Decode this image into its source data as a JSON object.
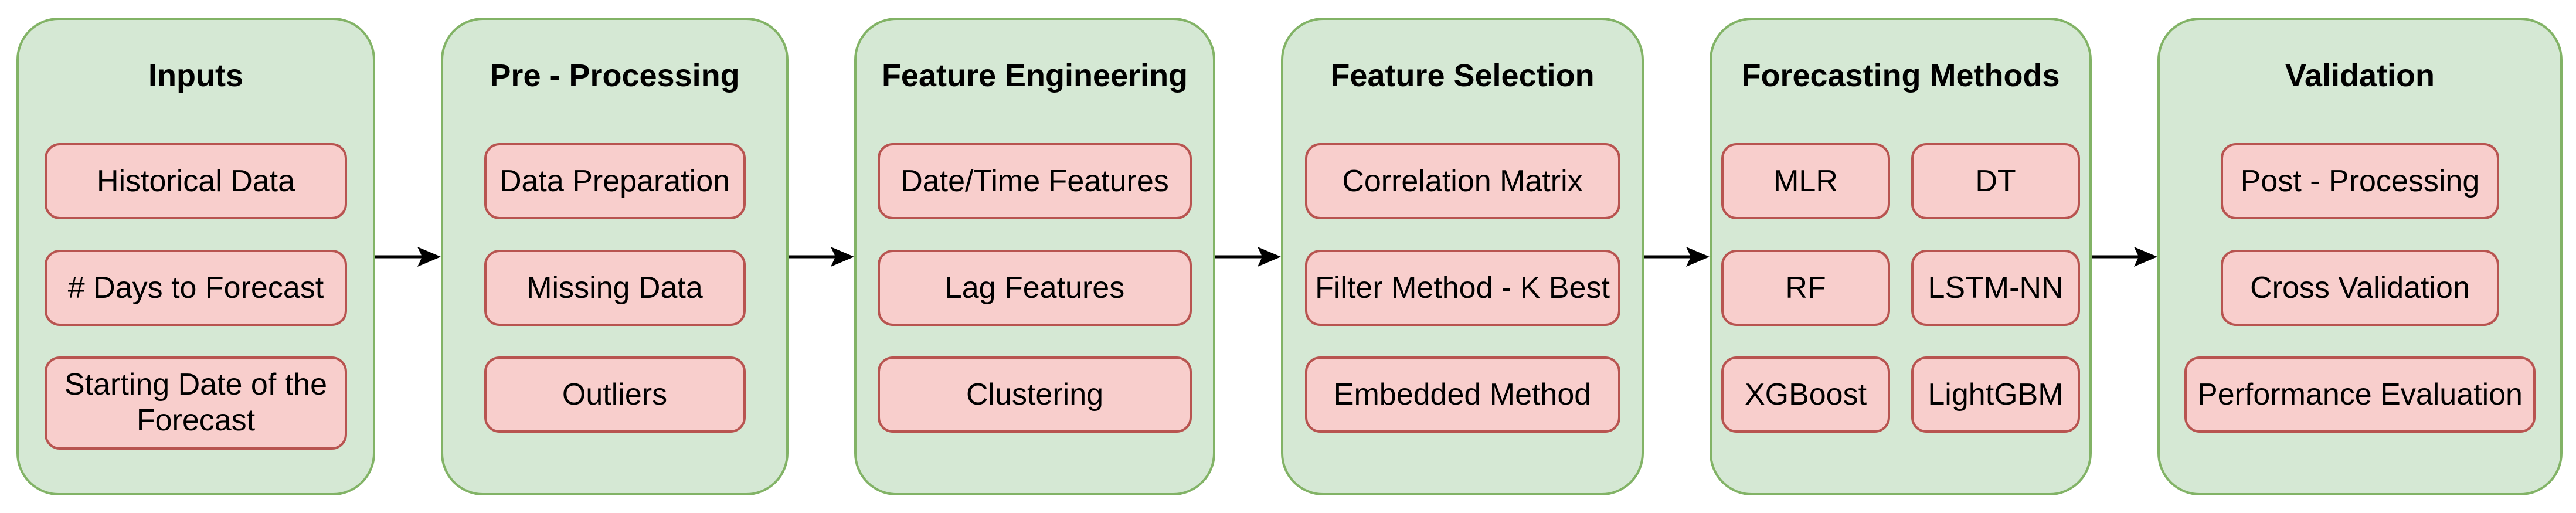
{
  "diagram": {
    "type": "flowchart",
    "direction": "left-to-right",
    "colors": {
      "stage_fill": "#d5e8d4",
      "stage_border": "#82b366",
      "item_fill": "#f8cecc",
      "item_border": "#b85450",
      "arrow": "#000000",
      "text": "#000000",
      "background": "#ffffff"
    },
    "connector_icon": "arrow-right",
    "stages": [
      {
        "title": "Inputs",
        "items": [
          "Historical Data",
          "# Days to Forecast",
          "Starting Date of the Forecast"
        ]
      },
      {
        "title": "Pre - Processing",
        "items": [
          "Data Preparation",
          "Missing Data",
          "Outliers"
        ]
      },
      {
        "title": "Feature Engineering",
        "items": [
          "Date/Time Features",
          "Lag Features",
          "Clustering"
        ]
      },
      {
        "title": "Feature Selection",
        "items": [
          "Correlation Matrix",
          "Filter Method - K Best",
          "Embedded Method"
        ]
      },
      {
        "title": "Forecasting Methods",
        "items": [
          "MLR",
          "DT",
          "RF",
          "LSTM-NN",
          "XGBoost",
          "LightGBM"
        ]
      },
      {
        "title": "Validation",
        "items": [
          "Post - Processing",
          "Cross Validation",
          "Performance Evaluation"
        ]
      }
    ]
  }
}
